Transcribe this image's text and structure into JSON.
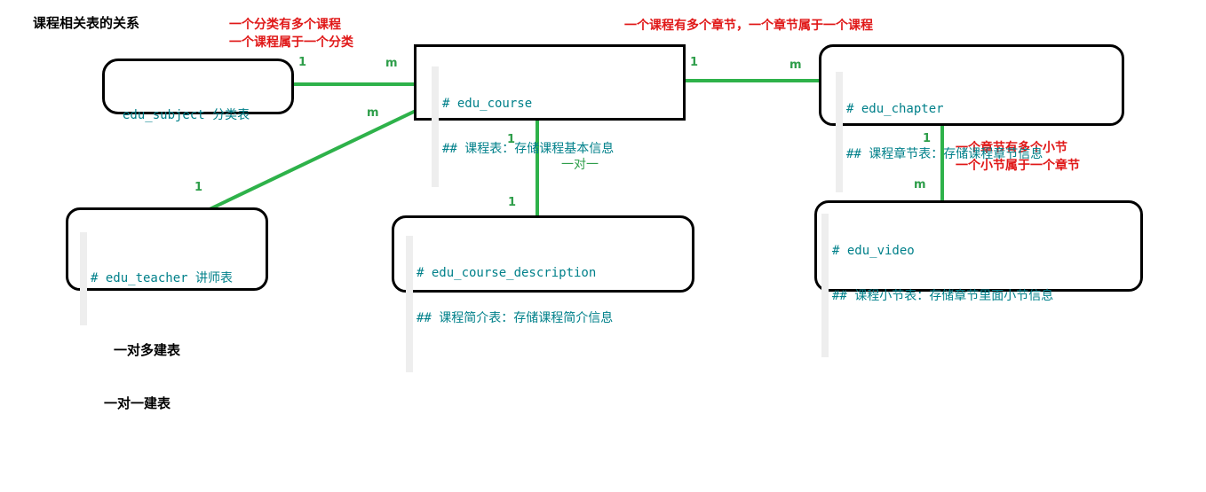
{
  "title": "课程相关表的关系",
  "tables": {
    "subject": {
      "line1": "edu_subject 分类表"
    },
    "course": {
      "line1": "# edu_course",
      "line2": "## 课程表：存储课程基本信息"
    },
    "chapter": {
      "line1": "# edu_chapter",
      "line2": "## 课程章节表：存储课程章节信息"
    },
    "teacher": {
      "line1": "# edu_teacher 讲师表"
    },
    "description": {
      "line1": "# edu_course_description",
      "line2": "## 课程简介表：存储课程简介信息"
    },
    "video": {
      "line1": "# edu_video",
      "line2": "## 课程小节表：存储章节里面小节信息"
    }
  },
  "notes": {
    "subject_course": [
      "一个分类有多个课程",
      "一个课程属于一个分类"
    ],
    "course_chapter": "一个课程有多个章节，一个章节属于一个课程",
    "chapter_video": [
      "一个章节有多个小节",
      "一个小节属于一个章节"
    ],
    "one_to_one": "一对一"
  },
  "cardinality": {
    "subject_side": "1",
    "course_side_subject": "m",
    "course_side_chapter": "1",
    "chapter_side_course": "m",
    "course_side_teacher": "m",
    "teacher_side": "1",
    "course_side_desc": "1",
    "desc_side": "1",
    "chapter_side_video": "1",
    "video_side": "m"
  },
  "footer": {
    "one_to_many": "一对多建表",
    "one_to_one": "一对一建表"
  },
  "colors": {
    "line": "#2eb24a",
    "note": "#e01818",
    "code": "#00808a"
  }
}
